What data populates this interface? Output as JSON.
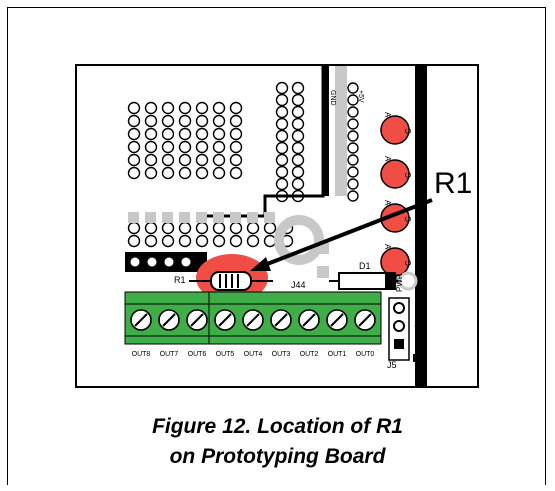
{
  "figure": {
    "caption_line1": "Figure 12.  Location of R1",
    "caption_line2": "on Prototyping Board"
  },
  "callout": {
    "label": "R1"
  },
  "board": {
    "led_labels": [
      "DS1",
      "DS2",
      "DS3",
      "DS4"
    ],
    "led_pin_a": "A",
    "led_pin_c": "C",
    "resistor_label": "R1",
    "diode_label": "D1",
    "jumper_label": "J44",
    "pwr_label": "PWR",
    "j5_label": "J5",
    "j5_pins": [
      "–",
      "+",
      "–"
    ],
    "header_labels": [
      "GND",
      "+5V"
    ],
    "outputs": [
      "OUT8",
      "OUT7",
      "OUT6",
      "OUT5",
      "OUT4",
      "OUT3",
      "OUT2",
      "OUT1",
      "OUT0"
    ],
    "colors": {
      "led": "#f04e45",
      "terminal": "#3fae49",
      "highlight": "#f04e45",
      "pad": "#c8c8c8"
    }
  }
}
